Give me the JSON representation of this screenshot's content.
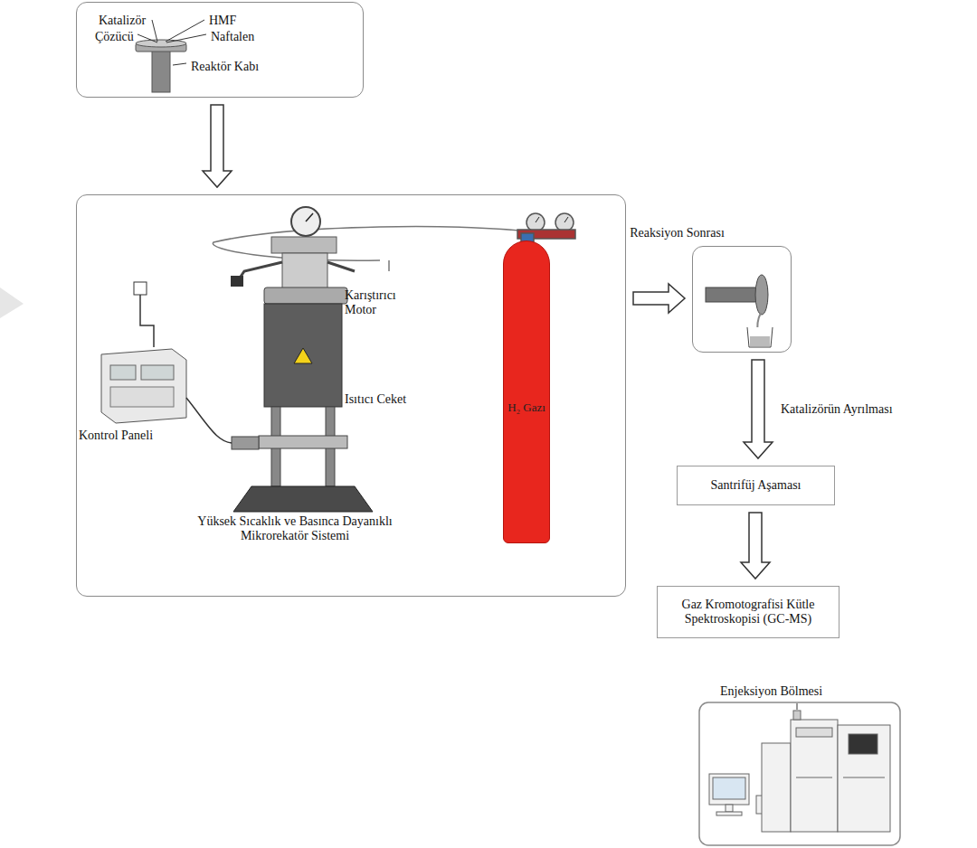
{
  "diagram": {
    "nodes": [
      {
        "text": [
          "Katalizör",
          "Çözücü",
          "HMF",
          "Naftalen",
          "Reaktör Kabı"
        ]
      },
      {
        "text": [
          "Karıştırıcı Motor",
          "Isıtıcı Ceket",
          "Kontrol Paneli",
          "Yüksek Sıcaklık ve Basınca Dayanıklı Mikrorekatör Sistemi"
        ]
      },
      {
        "text": [
          "H₂ Gazı"
        ],
        "in": 1
      },
      {
        "text": []
      },
      {
        "text": [
          "Santrifüj Aşaması"
        ]
      },
      {
        "text": [
          "Gaz Kromotografisi Kütle Spektroskopisi (GC-MS)"
        ]
      }
    ],
    "edges": [
      {
        "from": 0,
        "to": 1,
        "arrow": "to"
      },
      {
        "from": 1,
        "to": 3,
        "arrow": "to",
        "label": "Reaksiyon Sonrası"
      },
      {
        "from": 3,
        "to": 4,
        "arrow": "to",
        "label": "Katalizörün Ayrılması"
      },
      {
        "from": 4,
        "to": 5,
        "arrow": "to"
      }
    ],
    "labels": [
      "Enjeksiyon Bölmesi"
    ]
  }
}
